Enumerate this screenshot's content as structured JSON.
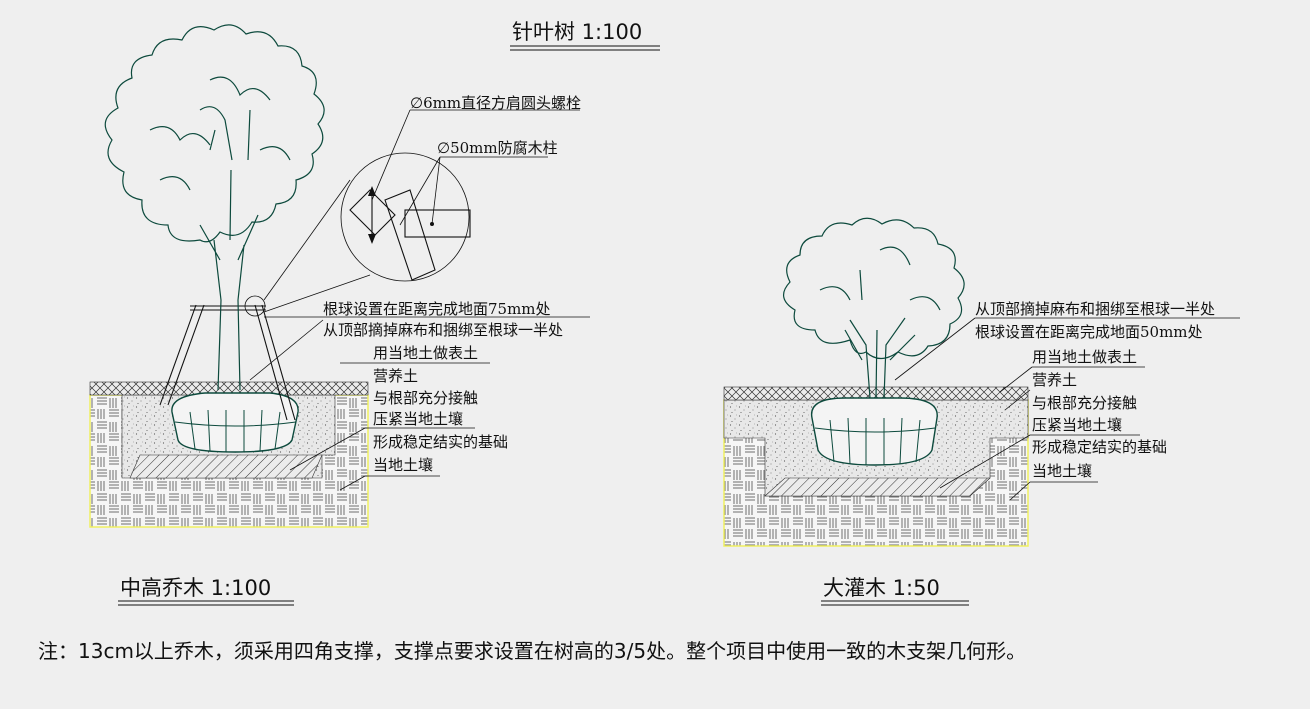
{
  "titles": {
    "conifer": "针叶树 1:100",
    "medium_tree": "中高乔木 1:100",
    "shrub": "大灌木 1:50"
  },
  "callouts": {
    "bolt": "∅6mm直径方肩圆头螺栓",
    "post": "∅50mm防腐木柱"
  },
  "left_labels": [
    "根球设置在距离完成地面75mm处",
    "从顶部摘掉麻布和捆绑至根球一半处",
    "用当地土做表土",
    "营养土",
    "与根部充分接触",
    "压紧当地土壤",
    "形成稳定结实的基础",
    "当地土壤"
  ],
  "right_labels": [
    "从顶部摘掉麻布和捆绑至根球一半处",
    "根球设置在距离完成地面50mm处",
    "用当地土做表土",
    "营养土",
    "与根部充分接触",
    "压紧当地土壤",
    "形成稳定结实的基础",
    "当地土壤"
  ],
  "note": "注：13cm以上乔木，须采用四角支撑，支撑点要求设置在树高的3/5处。整个项目中使用一致的木支架几何形。",
  "colors": {
    "background": "#efefef",
    "tree_line": "#0d4a3d",
    "soil_edge": "#f0f060",
    "ink": "#111111"
  }
}
